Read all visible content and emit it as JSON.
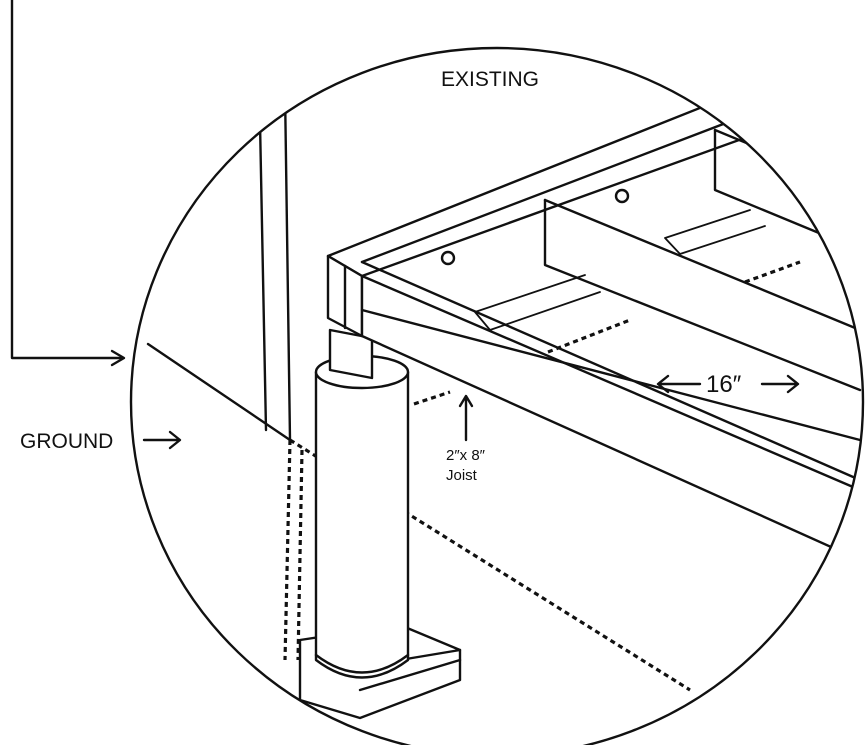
{
  "labels": {
    "existing": "EXISTING",
    "ground": "GROUND",
    "spacing": "16″",
    "joist_size": "2″x 8″",
    "joist_name": "Joist"
  },
  "colors": {
    "ink": "#111111",
    "paper": "#ffffff"
  }
}
